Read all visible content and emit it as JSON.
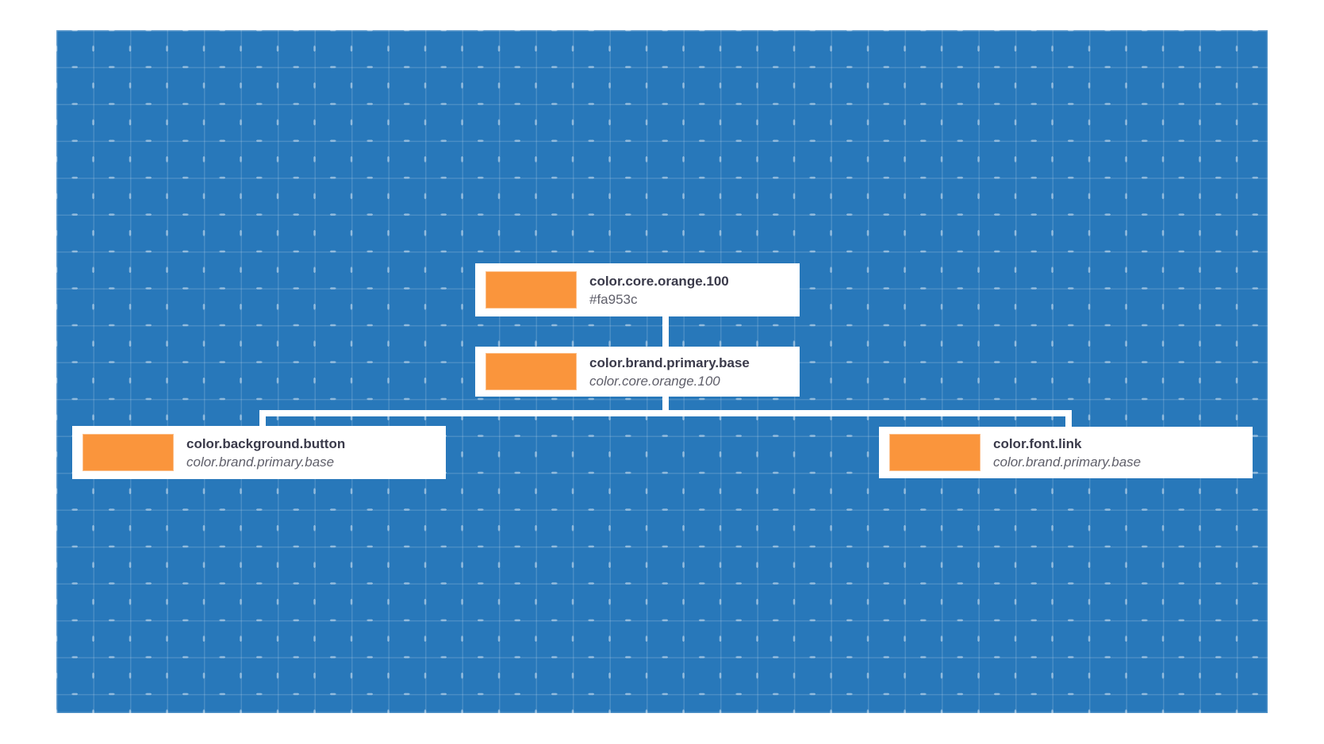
{
  "canvas": {
    "background_color": "#2878ba",
    "grid_line_color": "rgba(255,255,255,0.15)",
    "connector_color": "#ffffff",
    "card_color": "#ffffff",
    "title_color": "#3a3a4a",
    "subtitle_color": "#5f5f6a",
    "swatch_color": "#fa953c"
  },
  "nodes": [
    {
      "name": "color.core.orange.100",
      "value": "#fa953c",
      "value_kind": "hex",
      "swatch_color": "#fa953c"
    },
    {
      "name": "color.brand.primary.base",
      "value": "color.core.orange.100",
      "value_kind": "alias",
      "swatch_color": "#fa953c"
    },
    {
      "name": "color.background.button",
      "value": "color.brand.primary.base",
      "value_kind": "alias",
      "swatch_color": "#fa953c"
    },
    {
      "name": "color.font.link",
      "value": "color.brand.primary.base",
      "value_kind": "alias",
      "swatch_color": "#fa953c"
    }
  ]
}
